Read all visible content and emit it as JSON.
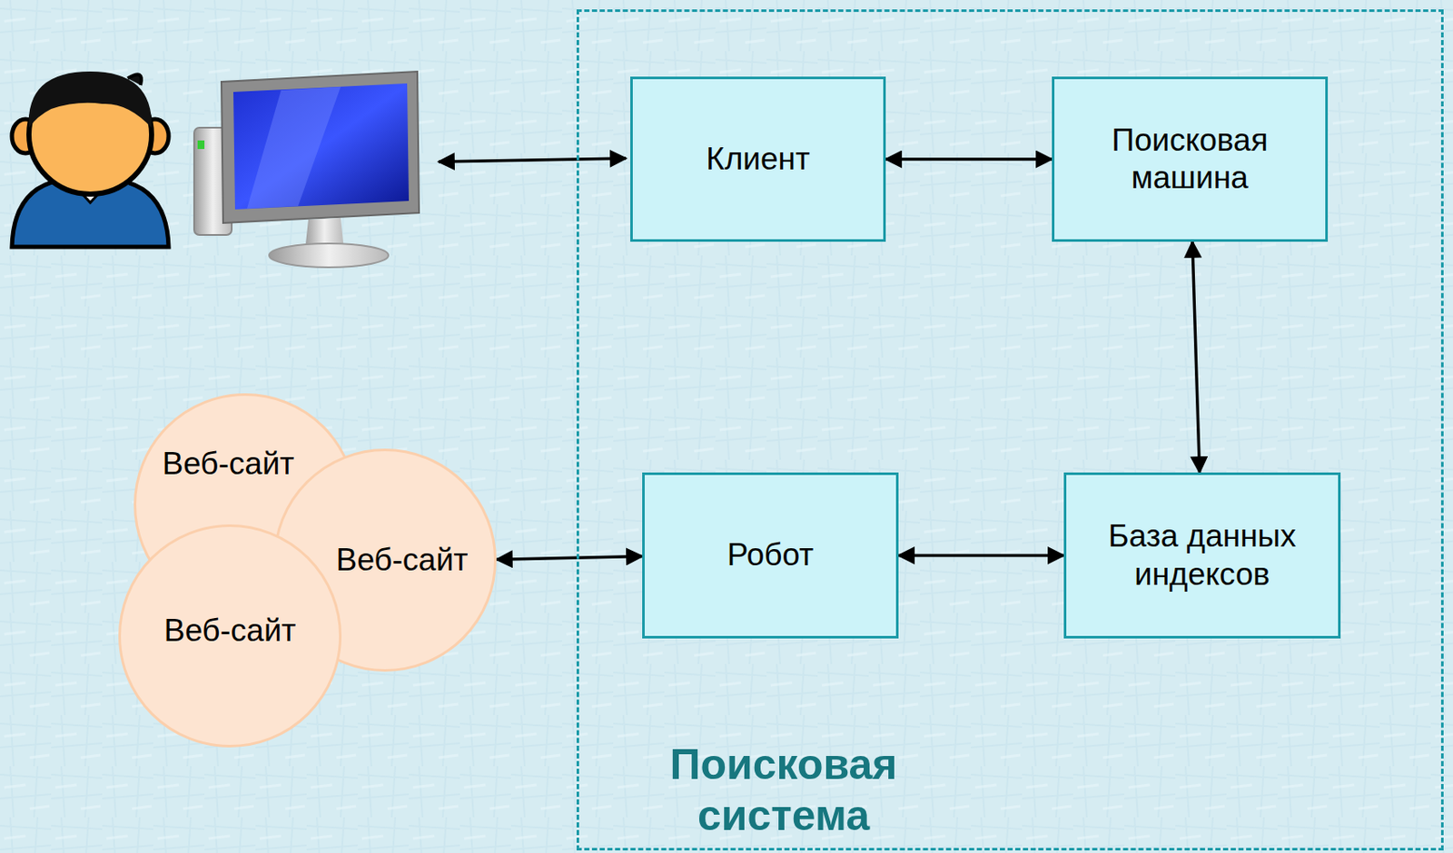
{
  "diagram": {
    "nodes": [
      {
        "text": [
          "Поисковая система"
        ]
      },
      {
        "text": [
          "Клиент"
        ],
        "in": 0
      },
      {
        "text": [
          "Поисковая машина"
        ],
        "in": 0
      },
      {
        "text": [
          "Робот"
        ],
        "in": 0
      },
      {
        "text": [
          "База данных индексов"
        ],
        "in": 0
      },
      {
        "text": [
          "Веб-сайт"
        ]
      },
      {
        "text": [
          "Веб-сайт"
        ]
      },
      {
        "text": [
          "Веб-сайт"
        ]
      }
    ],
    "edges": [
      {
        "from": 1,
        "to": 2,
        "arrow": "both"
      },
      {
        "from": 2,
        "to": 4,
        "arrow": "both"
      },
      {
        "from": 3,
        "to": 4,
        "arrow": "both"
      },
      {
        "from": 6,
        "to": 3,
        "arrow": "both"
      }
    ]
  }
}
